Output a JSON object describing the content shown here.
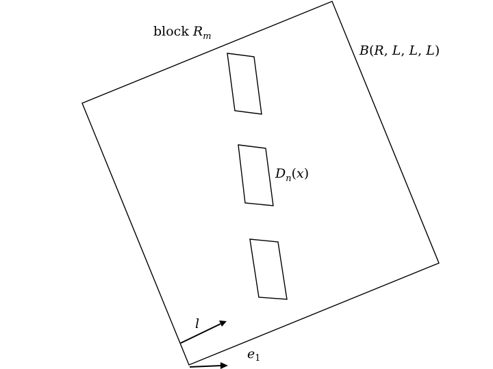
{
  "labels": {
    "block_text": "block ",
    "block_var": "R",
    "block_sub": "m",
    "outer_B": "B",
    "outer_args_open": "(",
    "outer_R": "R",
    "outer_sep1": ", ",
    "outer_L1": "L",
    "outer_sep2": ", ",
    "outer_L2": "L",
    "outer_sep3": ", ",
    "outer_L3": "L",
    "outer_args_close": ")",
    "domain_D": "D",
    "domain_sub": "n",
    "domain_open": "(",
    "domain_x": "x",
    "domain_close": ")",
    "vec_l": "l",
    "vec_e": "e",
    "vec_e_sub": "1"
  }
}
